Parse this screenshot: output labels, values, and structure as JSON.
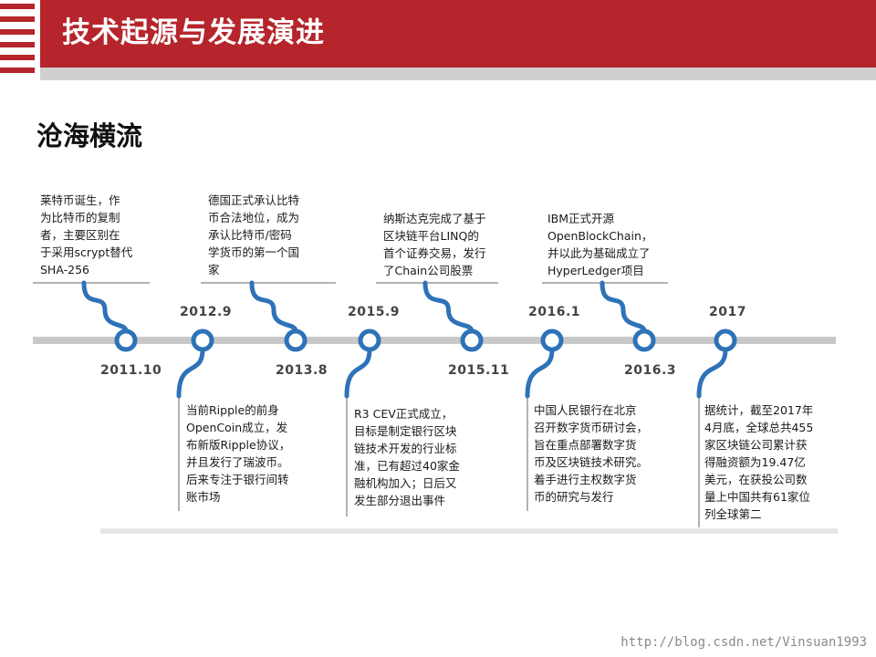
{
  "header": {
    "title": "技术起源与发展演进"
  },
  "section": {
    "title": "沧海横流"
  },
  "colors": {
    "brand_red": "#b5252b",
    "node_blue": "#2e72b8",
    "axis_gray": "#c8c8c8"
  },
  "timeline": {
    "years": [
      "2011.10",
      "2012.9",
      "2013.8",
      "2015.9",
      "2015.11",
      "2016.1",
      "2016.3",
      "2017"
    ],
    "events_above": [
      {
        "year": "2011.10",
        "lines": [
          "莱特币诞生，作",
          "为比特币的复制",
          "者，主要区别在",
          "于采用scrypt替代",
          "SHA-256"
        ]
      },
      {
        "year": "2013.8",
        "lines": [
          "德国正式承认比特",
          "币合法地位，成为",
          "承认比特币/密码",
          "学货币的第一个国",
          "家"
        ]
      },
      {
        "year": "2015.11",
        "lines": [
          "纳斯达克完成了基于",
          "区块链平台LINQ的",
          "首个证券交易，发行",
          "了Chain公司股票"
        ]
      },
      {
        "year": "2016.3",
        "lines": [
          "IBM正式开源",
          "OpenBlockChain，",
          "并以此为基础成立了",
          "HyperLedger项目"
        ]
      }
    ],
    "events_below": [
      {
        "year": "2012.9",
        "lines": [
          "当前Ripple的前身",
          "OpenCoin成立，发",
          "布新版Ripple协议，",
          "并且发行了瑞波币。",
          "后来专注于银行间转",
          "账市场"
        ]
      },
      {
        "year": "2015.9",
        "lines": [
          "R3 CEV正式成立，",
          "目标是制定银行区块",
          "链技术开发的行业标",
          "准，已有超过40家金",
          "融机构加入；日后又",
          "发生部分退出事件"
        ]
      },
      {
        "year": "2016.1",
        "lines": [
          "中国人民银行在北京",
          "召开数字货币研讨会，",
          "旨在重点部署数字货",
          "币及区块链技术研究。",
          "着手进行主权数字货",
          "币的研究与发行"
        ]
      },
      {
        "year": "2017",
        "lines": [
          "据统计，截至2017年",
          "4月底，全球总共455",
          "家区块链公司累计获",
          "得融资额为19.47亿",
          "美元，在获投公司数",
          "量上中国共有61家位",
          "列全球第二"
        ]
      }
    ]
  },
  "watermark": "http://blog.csdn.net/Vinsuan1993"
}
